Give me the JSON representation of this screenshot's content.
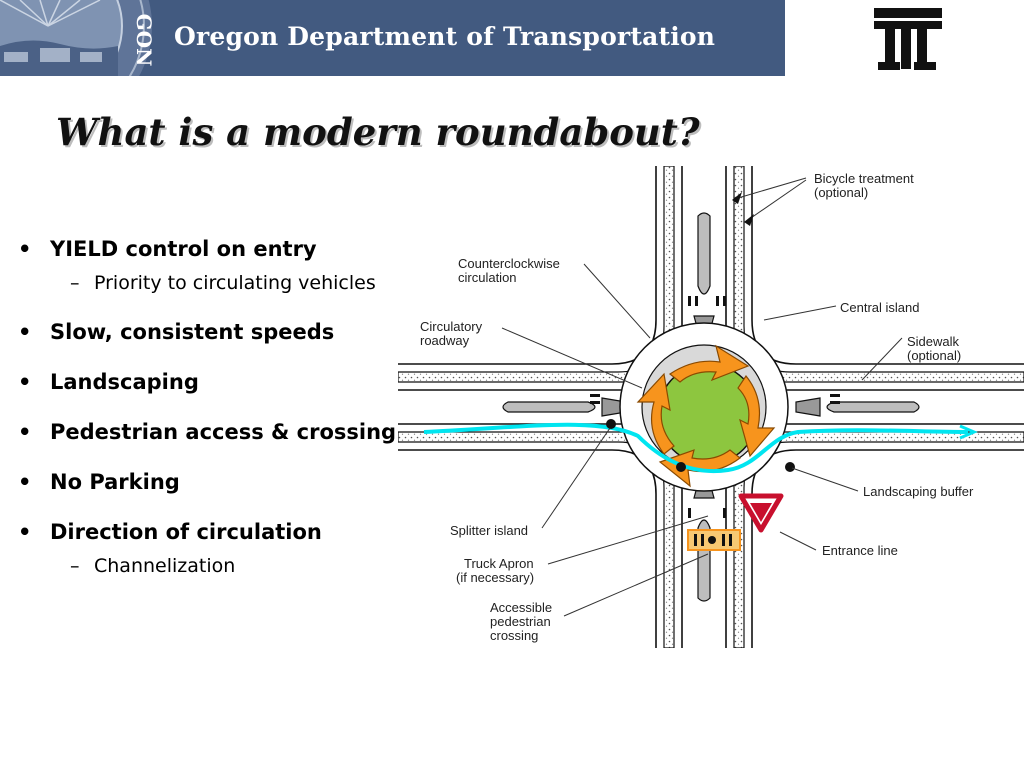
{
  "header": {
    "agency_name": "Oregon Department of Transportation",
    "seal_text": "GON"
  },
  "slide": {
    "title": "What is a modern roundabout?",
    "bullets": [
      {
        "text": "YIELD control on entry",
        "sub": [
          "Priority to circulating vehicles"
        ]
      },
      {
        "text": "Slow, consistent speeds"
      },
      {
        "text": "Landscaping"
      },
      {
        "text": "Pedestrian access & crossing"
      },
      {
        "text": "No Parking"
      },
      {
        "text": "Direction of circulation",
        "sub": [
          "Channelization"
        ]
      }
    ]
  },
  "diagram": {
    "labels": {
      "bicycle_1": "Bicycle treatment",
      "bicycle_2": "(optional)",
      "ccw_1": "Counterclockwise",
      "ccw_2": "circulation",
      "central": "Central island",
      "circ_1": "Circulatory",
      "circ_2": "roadway",
      "sidewalk_1": "Sidewalk",
      "sidewalk_2": "(optional)",
      "landscaping": "Landscaping buffer",
      "splitter": "Splitter island",
      "truck_1": "Truck Apron",
      "truck_2": "(if necessary)",
      "entrance": "Entrance line",
      "ped_1": "Accessible",
      "ped_2": "pedestrian",
      "ped_3": "crossing"
    },
    "colors": {
      "central_island": "#8dc63f",
      "arrows": "#f7941d",
      "flow_path": "#00e5f0",
      "banner": "#425a80"
    }
  }
}
